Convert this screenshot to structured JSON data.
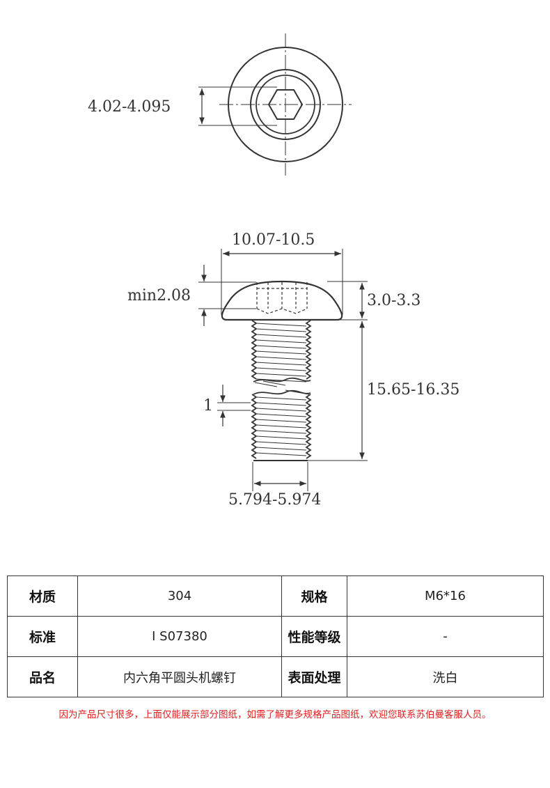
{
  "drawing": {
    "top_view": {
      "hex_dim": "4.02-4.095"
    },
    "side_view": {
      "head_width": "10.07-10.5",
      "socket_depth": "min2.08",
      "head_height": "3.0-3.3",
      "length": "15.65-16.35",
      "pitch": "1",
      "thread_dia": "5.794-5.974"
    }
  },
  "spec_table": {
    "rows": [
      {
        "label1": "材质",
        "value1": "304",
        "label2": "规格",
        "value2": "M6*16"
      },
      {
        "label1": "标准",
        "value1": "I S07380",
        "label2": "性能等级",
        "value2": "-"
      },
      {
        "label1": "品名",
        "value1": "内六角平圆头机螺钉",
        "label2": "表面处理",
        "value2": "洗白"
      }
    ]
  },
  "note": "因为产品尺寸很多，上面仅能展示部分图纸，如需了解更多规格产品图纸，欢迎您联系苏伯曼客服人员。",
  "colors": {
    "line": "#333333",
    "note": "#e02020"
  }
}
